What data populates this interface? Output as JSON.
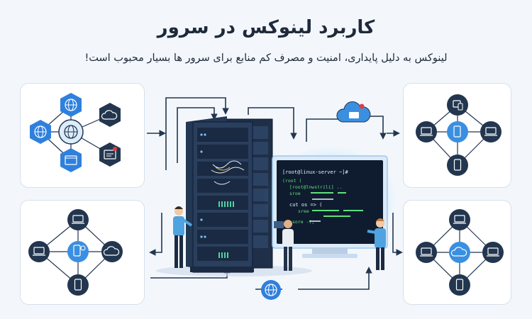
{
  "header": {
    "title": "کاربرد لینوکس در سرور",
    "subtitle": "لینوکس به دلیل پایداری، امنیت و مصرف کم منابع برای سرور ها بسیار محبوب است!"
  },
  "terminal": {
    "prompt": "[root@linux-server ~]#",
    "lines": [
      "(root (",
      "[root@lnwstrili] ..",
      "sroe",
      "cut os => (",
      "sree",
      "sore  -);"
    ]
  },
  "colors": {
    "accent": "#2b7fd6",
    "navy": "#23364f",
    "terminal_green": "#5fe07a",
    "screen_glow": "#4cc3ff"
  },
  "icons": {
    "globe": "globe-icon",
    "cloud": "cloud-icon",
    "laptop": "laptop-icon",
    "phone": "phone-icon",
    "browser": "browser-window-icon"
  }
}
